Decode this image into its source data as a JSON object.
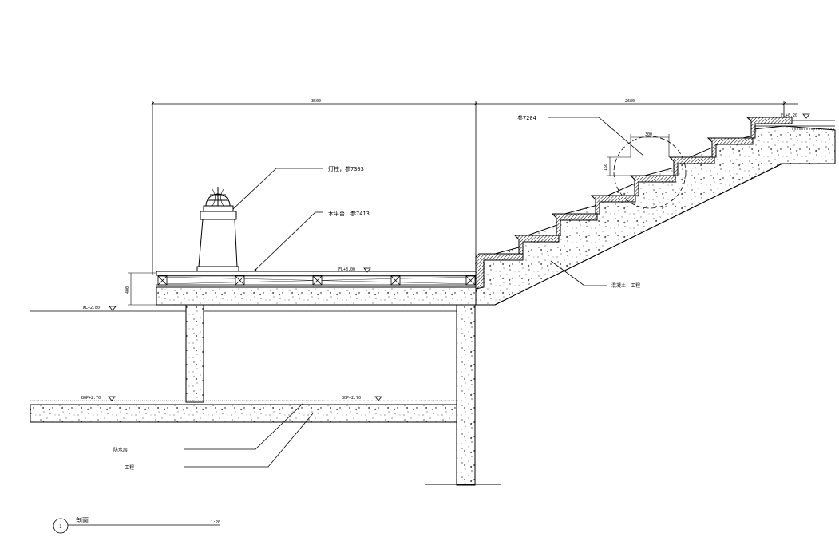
{
  "dimensions": {
    "left_span": "3500",
    "right_span": "2680"
  },
  "levels": {
    "fl_deck": "FL+3.00",
    "fl_top": "FL+6.20",
    "wl": "WL+2.80",
    "bop_left": "BOP+2.70",
    "bop_right": "BOP+2.70",
    "deck_height": "400"
  },
  "callouts": {
    "lamp": "灯柱，参7303",
    "deck": "木平台，参7413",
    "step": "参7204",
    "concrete": "混凝土，工程",
    "waterproof": "防水层",
    "engineering": "工程"
  },
  "detail": {
    "step_width": "300",
    "step_height": "150"
  },
  "title_block": {
    "number": "1",
    "title": "剖面",
    "scale": "1:20"
  },
  "colors": {
    "line": "#000000",
    "background": "#ffffff"
  }
}
